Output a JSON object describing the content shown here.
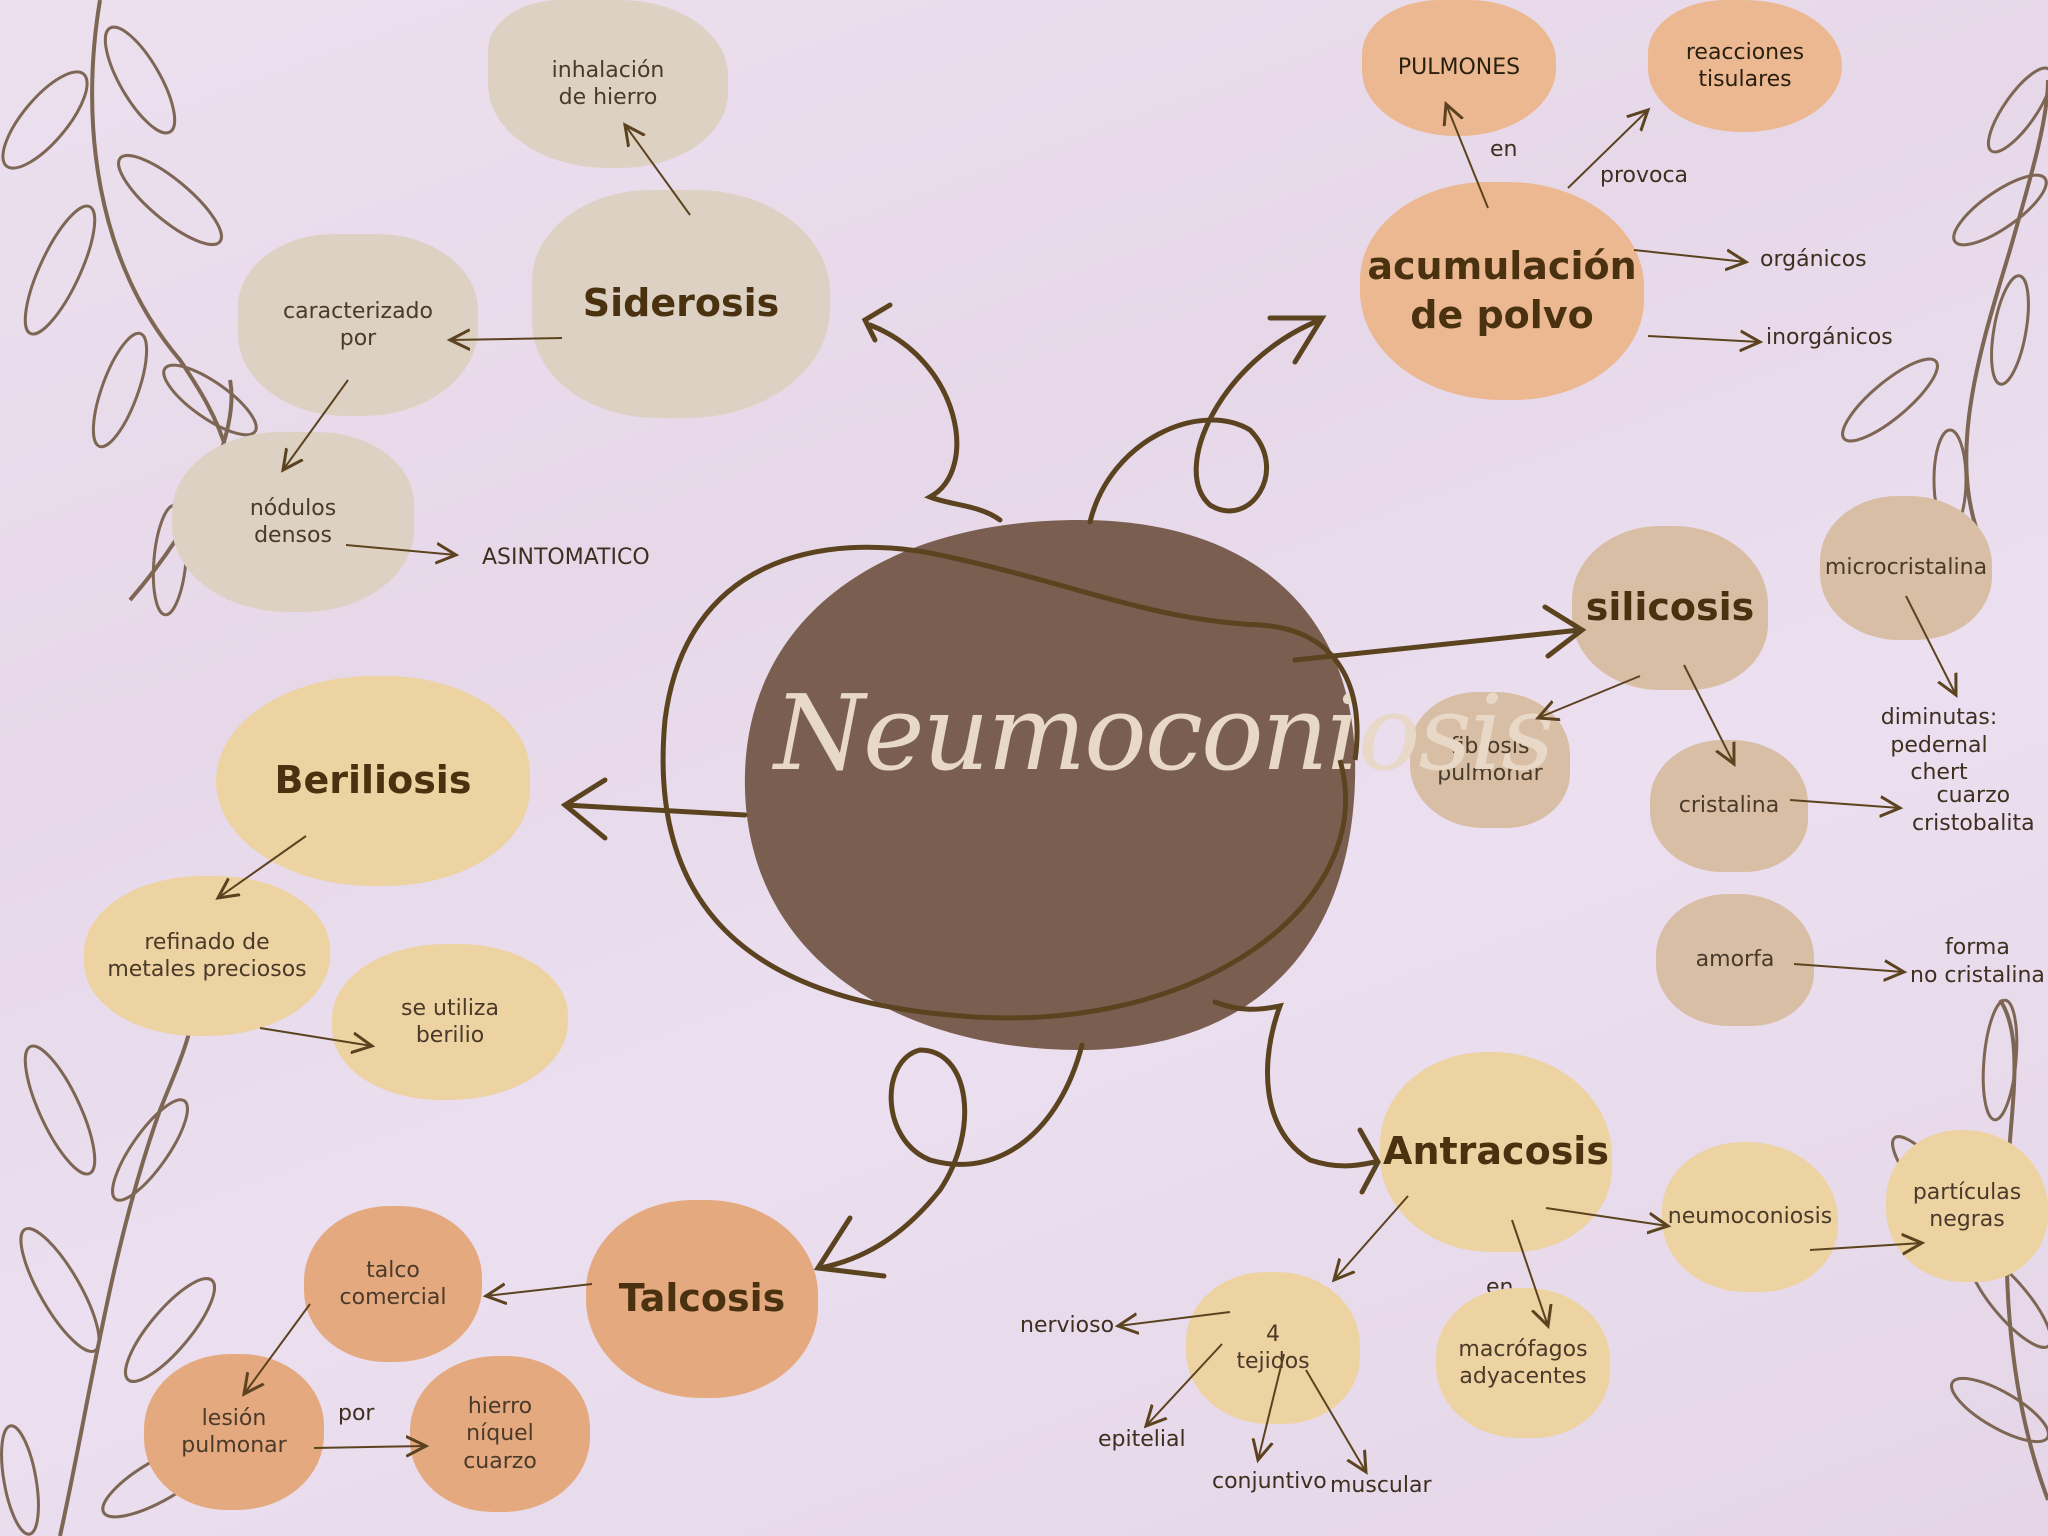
{
  "center": {
    "title": "Neumoconiosis"
  },
  "colors": {
    "center": "#7a5f50",
    "gray": "#dcd1c2",
    "peach": "#ecb891",
    "tan": "#d8bea5",
    "yellow": "#edd2a2",
    "orange": "#e5a97f",
    "line": "#5c4320"
  },
  "siderosis": {
    "title": "Siderosis",
    "inhalacion": "inhalación\nde hierro",
    "caracterizado": "caracterizado\npor",
    "nodulos": "nódulos\ndensos",
    "asintomatico": "ASINTOMATICO"
  },
  "acumulacion": {
    "title": "acumulación\nde polvo",
    "pulmones": "PULMONES",
    "reacciones": "reacciones\ntisulares",
    "en": "en",
    "provoca": "provoca",
    "organicos": "orgánicos",
    "inorganicos": "inorgánicos"
  },
  "silicosis": {
    "title": "silicosis",
    "microcristalina": "microcristalina",
    "diminutas": "diminutas: pedernal\nchert",
    "fibrosis": "fibrosis\npulmonar",
    "cristalina": "cristalina",
    "cuarzo": "cuarzo\ncristobalita",
    "amorfa": "amorfa",
    "forma": "forma\nno cristalina"
  },
  "beriliosis": {
    "title": "Beriliosis",
    "refinado": "refinado de\nmetales preciosos",
    "utiliza": "se utiliza\nberilio"
  },
  "antracosis": {
    "title": "Antracosis",
    "neumoconiosis": "neumoconiosis",
    "particulas": "partículas\nnegras",
    "en": "en",
    "macrofagos": "macrófagos\nadyacentes",
    "tejidos": "4\ntejidos",
    "nervioso": "nervioso",
    "epitelial": "epitelial",
    "conjuntivo": "conjuntivo",
    "muscular": "muscular"
  },
  "talcosis": {
    "title": "Talcosis",
    "talco": "talco\ncomercial",
    "lesion": "lesión\npulmonar",
    "por": "por",
    "hierro": "hierro\nníquel\ncuarzo"
  }
}
